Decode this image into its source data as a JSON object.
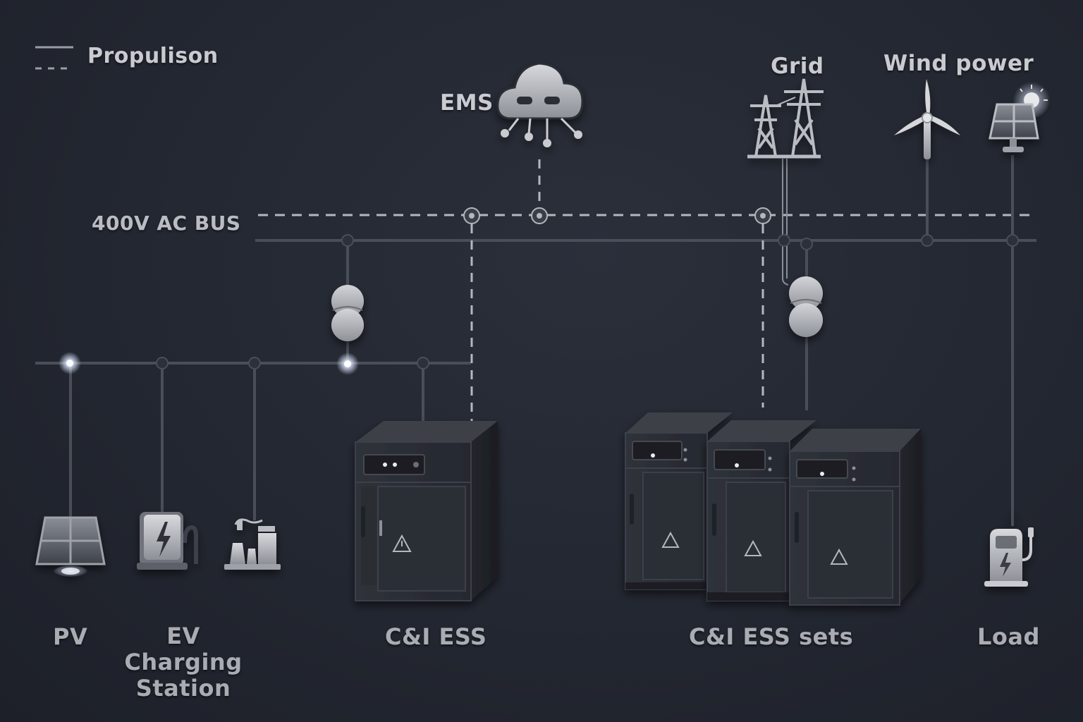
{
  "legend": {
    "label": "Propulison"
  },
  "labels": {
    "ems": "EMS",
    "grid": "Grid",
    "wind": "Wind power",
    "bus": "400V AC BUS",
    "pv": "PV",
    "ev_charging": "EV Charging Station",
    "ess": "C&I ESS",
    "ess_sets": "C&I ESS sets",
    "load": "Load"
  },
  "icons": [
    "ems-cloud-icon",
    "grid-tower-icon",
    "wind-turbine-icon",
    "solar-panel-sun-icon",
    "transformer-icon",
    "solar-panel-icon",
    "ev-charger-icon",
    "factory-icon",
    "battery-cabinet-icon",
    "fuel-pump-icon",
    "warning-icon"
  ],
  "colors": {
    "background": "#23272f",
    "line": "#4a4e58",
    "dashed_line": "#b4b7bc",
    "node": "#3a3e47",
    "glow": "#dfe8ff",
    "label": "#c9cbd0"
  }
}
